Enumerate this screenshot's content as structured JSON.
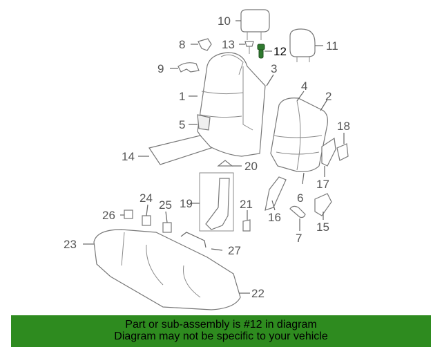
{
  "diagram": {
    "highlighted_callout": "12",
    "callouts": {
      "c1": "1",
      "c2": "2",
      "c3": "3",
      "c4": "4",
      "c5": "5",
      "c6": "6",
      "c7": "7",
      "c8": "8",
      "c9": "9",
      "c10": "10",
      "c11": "11",
      "c12": "12",
      "c13": "13",
      "c14": "14",
      "c15": "15",
      "c16": "16",
      "c17": "17",
      "c18": "18",
      "c19": "19",
      "c20": "20",
      "c21": "21",
      "c22": "22",
      "c23": "23",
      "c24": "24",
      "c25": "25",
      "c26": "26",
      "c27": "27"
    },
    "colors": {
      "highlight_part": "#2f7a2f",
      "lines": "#777777",
      "banner": "#2e8b1f"
    }
  },
  "banner": {
    "line1": "Part or sub-assembly is #12 in diagram",
    "line2": "Diagram may not be specific to your vehicle"
  }
}
